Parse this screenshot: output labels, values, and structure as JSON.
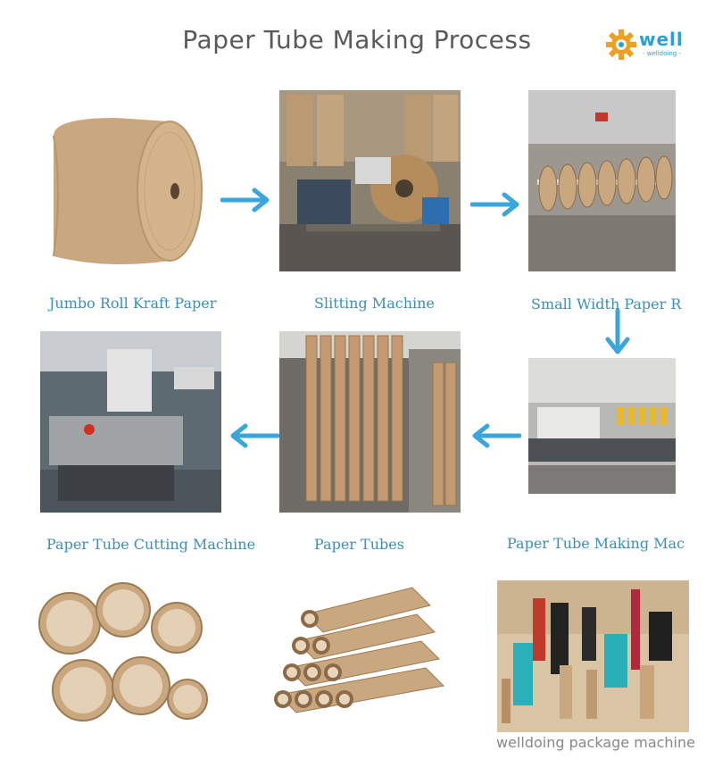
{
  "title": "Paper Tube Making Process",
  "logo": {
    "word": "well",
    "sub": "- welldoing -",
    "accent": "#2aa0d6",
    "gear": "#f0a020"
  },
  "captions": {
    "step1": "Jumbo Roll Kraft Paper",
    "step2": "Slitting Machine",
    "step3": "Small Width Paper R",
    "step4": "Paper Tube Making Mac",
    "step5": "Paper Tubes",
    "step6": "Paper Tube Cutting Machine"
  },
  "footer": "welldoing package machine",
  "colors": {
    "arrow": "#3aa6dc",
    "caption": "#3a8fb8",
    "kraft": "#c9a77f"
  }
}
